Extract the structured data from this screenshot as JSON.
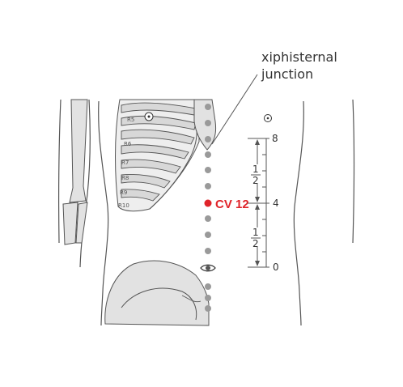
{
  "figure": {
    "annotation": {
      "line1": "xiphisternal",
      "line2": "junction"
    },
    "point_label": "CV 12",
    "scale": {
      "top": "8",
      "middle": "4",
      "bottom": "0",
      "fraction_num_upper": "1",
      "fraction_den_upper": "2",
      "fraction_num_lower": "1",
      "fraction_den_lower": "2"
    },
    "rib_labels": [
      "R5",
      "R6",
      "R7",
      "R8",
      "R9",
      "R10"
    ]
  },
  "colors": {
    "point_red": "#e0242a",
    "bone_gray": "#e2e2e2",
    "dot_gray": "#9a9a9a",
    "outline": "#555555"
  }
}
